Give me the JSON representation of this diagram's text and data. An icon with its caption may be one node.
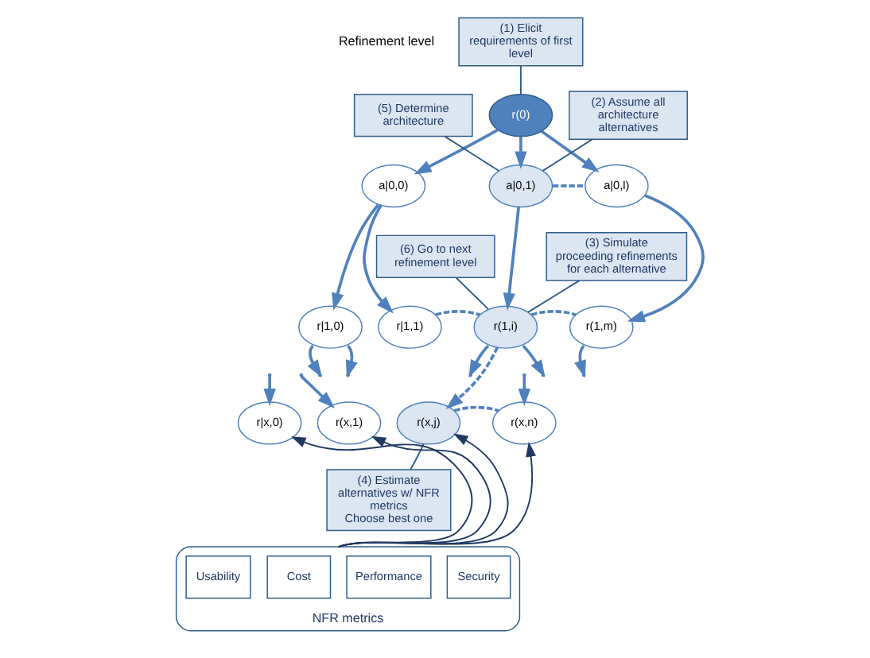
{
  "diagram": {
    "nodes": [
      {
        "text": [
          "(1) Elicit requirements of first level"
        ]
      },
      {
        "text": [
          "r(0)"
        ]
      },
      {
        "text": [
          "(2) Assume all architecture alternatives"
        ]
      },
      {
        "text": [
          "(5) Determine architecture"
        ]
      },
      {
        "text": [
          "a|0,0)"
        ]
      },
      {
        "text": [
          "a|0,1)"
        ]
      },
      {
        "text": [
          "a|0,l)"
        ]
      },
      {
        "text": [
          "(6) Go to next refinement level"
        ]
      },
      {
        "text": [
          "r|1,0)"
        ]
      },
      {
        "text": [
          "r|1,1)"
        ]
      },
      {
        "text": [
          "r(1,i)"
        ]
      },
      {
        "text": [
          "r(1,m)"
        ]
      },
      {
        "text": [
          "(3) Simulate proceeding refinements for each alternative"
        ]
      },
      {
        "text": [
          "r|x,0)"
        ]
      },
      {
        "text": [
          "r(x,1)"
        ]
      },
      {
        "text": [
          "r(x,j)"
        ]
      },
      {
        "text": [
          "r(x,n)"
        ]
      },
      {
        "text": [
          "(4) Estimate alternatives w/ NFR metrics",
          "Choose best one"
        ]
      },
      {
        "text": [
          "NFR metrics"
        ]
      },
      {
        "text": [
          "Security"
        ],
        "in": 18
      },
      {
        "text": [
          "Performance"
        ],
        "in": 18
      },
      {
        "text": [
          "Cost"
        ],
        "in": 18
      },
      {
        "text": [
          "Usability"
        ],
        "in": 18
      }
    ],
    "edges": [
      {
        "from": 0,
        "to": 1,
        "arrow": "none",
        "color": "#2e5c8a"
      },
      {
        "from": 1,
        "to": 4,
        "arrow": "to"
      },
      {
        "from": 1,
        "to": 5,
        "arrow": "to"
      },
      {
        "from": 1,
        "to": 6,
        "arrow": "to"
      },
      {
        "from": 2,
        "to": 5,
        "arrow": "none",
        "color": "#2e5c8a"
      },
      {
        "from": 3,
        "to": 5,
        "arrow": "none",
        "color": "#2e5c8a"
      },
      {
        "from": 5,
        "to": 6,
        "arrow": "none",
        "style": "dashed"
      },
      {
        "from": 4,
        "to": 8,
        "arrow": "to"
      },
      {
        "from": 4,
        "to": 9,
        "arrow": "to"
      },
      {
        "from": 5,
        "to": 10,
        "arrow": "to"
      },
      {
        "from": 6,
        "to": 11,
        "arrow": "to"
      },
      {
        "from": 7,
        "to": 10,
        "arrow": "none",
        "color": "#2e5c8a"
      },
      {
        "from": 9,
        "to": 10,
        "arrow": "none",
        "style": "dashed"
      },
      {
        "from": 10,
        "to": 11,
        "arrow": "none",
        "style": "dashed"
      },
      {
        "from": 12,
        "to": 10,
        "arrow": "none",
        "color": "#2e5c8a"
      },
      {
        "from": 8,
        "to": null,
        "arrow": "to"
      },
      {
        "from": 8,
        "to": null,
        "arrow": "to"
      },
      {
        "from": 10,
        "to": null,
        "arrow": "to"
      },
      {
        "from": 10,
        "to": null,
        "arrow": "to"
      },
      {
        "from": 11,
        "to": null,
        "arrow": "to"
      },
      {
        "from": null,
        "to": 13,
        "arrow": "to"
      },
      {
        "from": null,
        "to": 14,
        "arrow": "to"
      },
      {
        "from": 10,
        "to": 15,
        "arrow": "to",
        "style": "dashed"
      },
      {
        "from": null,
        "to": 16,
        "arrow": "to"
      },
      {
        "from": 15,
        "to": 16,
        "arrow": "none",
        "style": "dashed"
      },
      {
        "from": 17,
        "to": 15,
        "arrow": "none",
        "color": "#2e5c8a"
      },
      {
        "from": 18,
        "to": 13,
        "arrow": "to",
        "color": "#1f3864"
      },
      {
        "from": 18,
        "to": 14,
        "arrow": "to",
        "color": "#1f3864"
      },
      {
        "from": 18,
        "to": 15,
        "arrow": "to",
        "color": "#1f3864"
      },
      {
        "from": 18,
        "to": 16,
        "arrow": "to",
        "color": "#1f3864"
      }
    ],
    "labels": [
      "Refinement level"
    ]
  }
}
